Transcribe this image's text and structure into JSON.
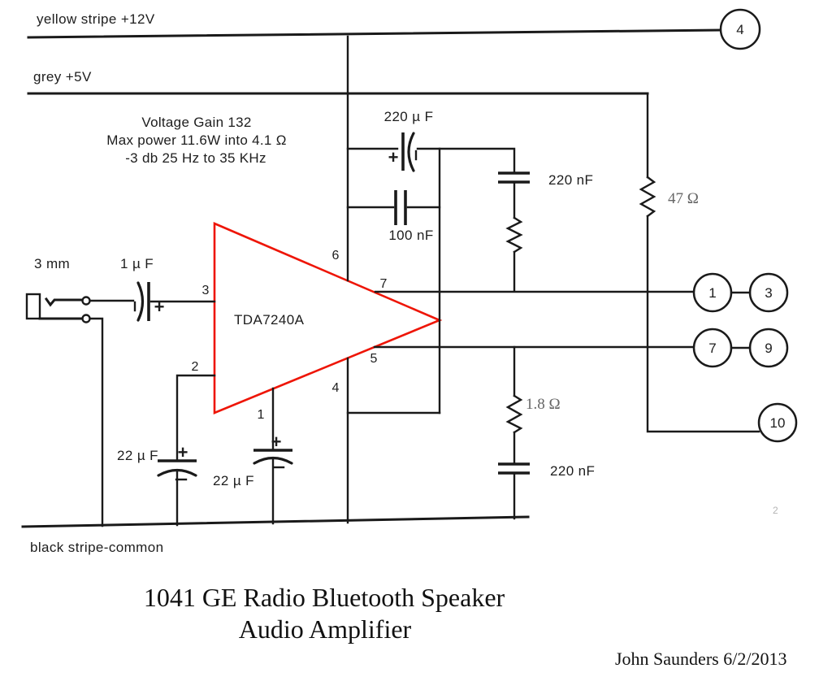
{
  "rails": {
    "yellow": "yellow stripe  +12V",
    "grey": "grey +5V",
    "black": "black stripe-common"
  },
  "specs": {
    "line1": "Voltage Gain 132",
    "line2": "Max power 11.6W into 4.1 Ω",
    "line3": "-3 db 25 Hz to 35 KHz"
  },
  "amp": {
    "part": "TDA7240A",
    "pin1": "1",
    "pin2": "2",
    "pin3": "3",
    "pin4": "4",
    "pin5": "5",
    "pin6": "6",
    "pin7": "7"
  },
  "components": {
    "cap_220uf": "220 µ F",
    "cap_100nf": "100 nF",
    "cap_220nf_top": "220 nF",
    "cap_220nf_bottom": "220 nF",
    "res_47ohm": "47 Ω",
    "res_1_8ohm": "1.8 Ω",
    "cap_1uf": "1 µ F",
    "cap_22uf_left": "22 µ F",
    "cap_22uf_right": "22 µ F",
    "jack": "3 mm",
    "plus": "+"
  },
  "terminals": {
    "t4": "4",
    "t1": "1",
    "t3": "3",
    "t7": "7",
    "t9": "9",
    "t10": "10"
  },
  "title": {
    "line1": "1041 GE Radio Bluetooth Speaker",
    "line2": "Audio Amplifier"
  },
  "credit": "John Saunders 6/2/2013",
  "artifact": "2",
  "colors": {
    "wire": "#1a1a1a",
    "amp": "#ee1506",
    "faded_label": "#666666"
  }
}
